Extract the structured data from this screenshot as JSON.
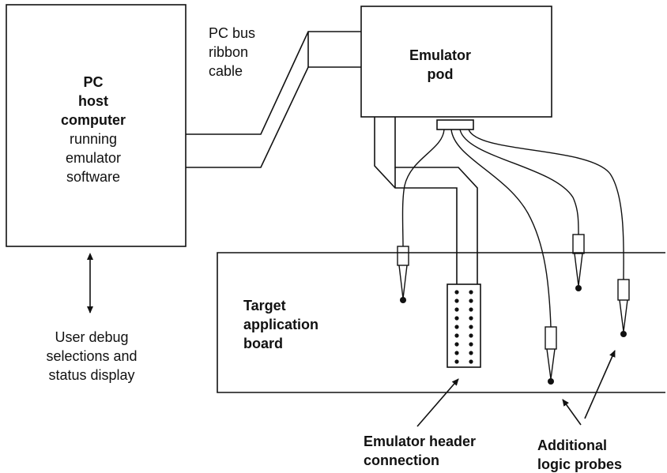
{
  "pc_host": {
    "title_line1": "PC",
    "title_line2": "host",
    "title_line3": "computer",
    "desc_line1": "running",
    "desc_line2": "emulator",
    "desc_line3": "software"
  },
  "ribbon": {
    "line1": "PC bus",
    "line2": "ribbon",
    "line3": "cable"
  },
  "emulator_pod": {
    "line1": "Emulator",
    "line2": "pod"
  },
  "target_board": {
    "line1": "Target",
    "line2": "application",
    "line3": "board"
  },
  "user_debug": {
    "line1": "User debug",
    "line2": "selections and",
    "line3": "status display"
  },
  "header_callout": {
    "line1": "Emulator header",
    "line2": "connection"
  },
  "probes_callout": {
    "line1": "Additional",
    "line2": "logic probes"
  }
}
